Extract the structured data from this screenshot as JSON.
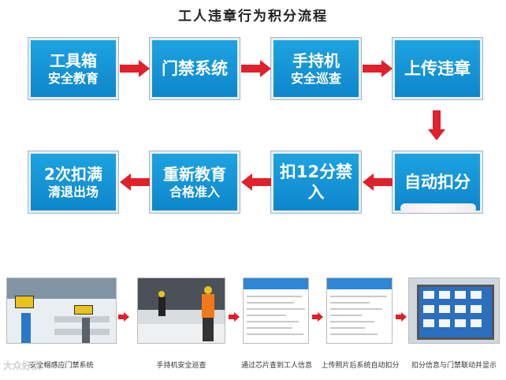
{
  "title": "工人违章行为积分流程",
  "flow": {
    "row1": [
      {
        "line1": "工具箱",
        "line2": "安全教育"
      },
      {
        "line1": "门禁系统",
        "line2": ""
      },
      {
        "line1": "手持机",
        "line2": "安全巡查"
      },
      {
        "line1": "上传违章",
        "line2": ""
      }
    ],
    "row2": [
      {
        "line1": "自动扣分",
        "line2": ""
      },
      {
        "line1": "扣12分禁入",
        "line2": ""
      },
      {
        "line1": "重新教育",
        "line2": "合格准入"
      },
      {
        "line1": "2次扣满",
        "line2": "清退出场"
      }
    ]
  },
  "photos": {
    "captions": [
      "安全帽感应门禁系统",
      "手持机安全巡查",
      "通过芯片查到工人信息",
      "上传照片后系统自动扣分",
      "扣分信息与门禁联动并显示"
    ]
  },
  "watermark": "大众好汉",
  "colors": {
    "box": "#1295d8",
    "arrow": "#e0202a"
  }
}
